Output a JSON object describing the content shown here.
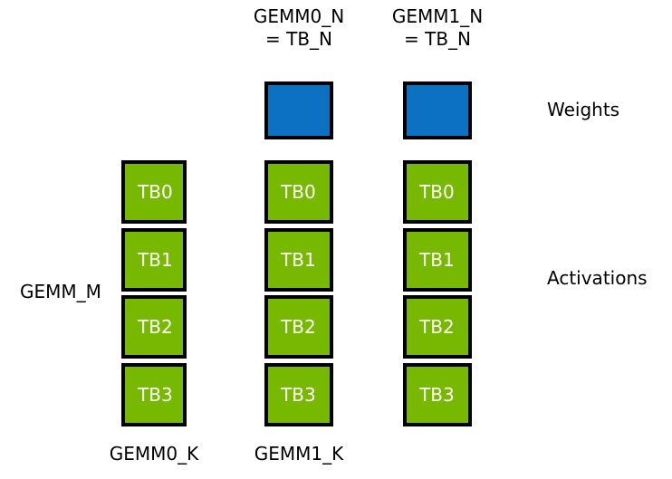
{
  "diagram": {
    "title_text": "",
    "background_color": "#FFFFFF",
    "colors": {
      "weights_fill": "#0C71C3",
      "activations_fill": "#76B900",
      "border": "#000000",
      "cell_text": "#FFFFFF",
      "label_text": "#000000"
    },
    "top_headers": [
      {
        "line1": "GEMM0_N",
        "line2": "= TB_N"
      },
      {
        "line1": "GEMM1_N",
        "line2": "= TB_N"
      }
    ],
    "row_labels": {
      "weights": "Weights",
      "activations": "Activations"
    },
    "left_label": "GEMM_M",
    "bottom_labels": [
      "GEMM0_K",
      "GEMM1_K"
    ],
    "weight_blocks": [
      {
        "name": "gemm0-weight-block",
        "label": ""
      },
      {
        "name": "gemm1-weight-block",
        "label": ""
      }
    ],
    "activation_columns": [
      {
        "name": "activation-column-m",
        "cells": [
          "TB0",
          "TB1",
          "TB2",
          "TB3"
        ]
      },
      {
        "name": "activation-column-gemm0",
        "cells": [
          "TB0",
          "TB1",
          "TB2",
          "TB3"
        ]
      },
      {
        "name": "activation-column-gemm1",
        "cells": [
          "TB0",
          "TB1",
          "TB2",
          "TB3"
        ]
      }
    ]
  }
}
